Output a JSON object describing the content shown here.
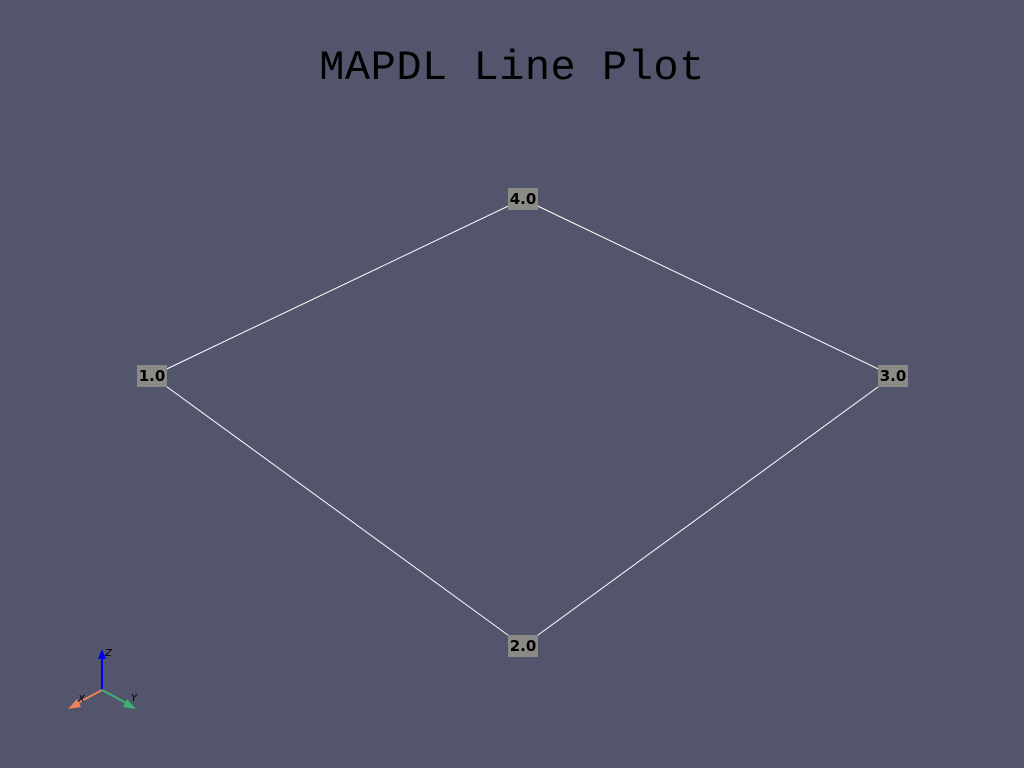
{
  "title": "MAPDL Line Plot",
  "colors": {
    "background": "#52556b",
    "line": "#ffffff",
    "label_box": "#8a8a87",
    "label_text": "#000000",
    "axis_x": "#f08060",
    "axis_y": "#3cb371",
    "axis_z": "#0000ee"
  },
  "keypoints": [
    {
      "label": "1.0"
    },
    {
      "label": "2.0"
    },
    {
      "label": "3.0"
    },
    {
      "label": "4.0"
    }
  ],
  "lines": [
    [
      0,
      1
    ],
    [
      1,
      2
    ],
    [
      2,
      3
    ],
    [
      3,
      0
    ]
  ],
  "axes_widget": {
    "x_label": "X",
    "y_label": "Y",
    "z_label": "Z"
  }
}
